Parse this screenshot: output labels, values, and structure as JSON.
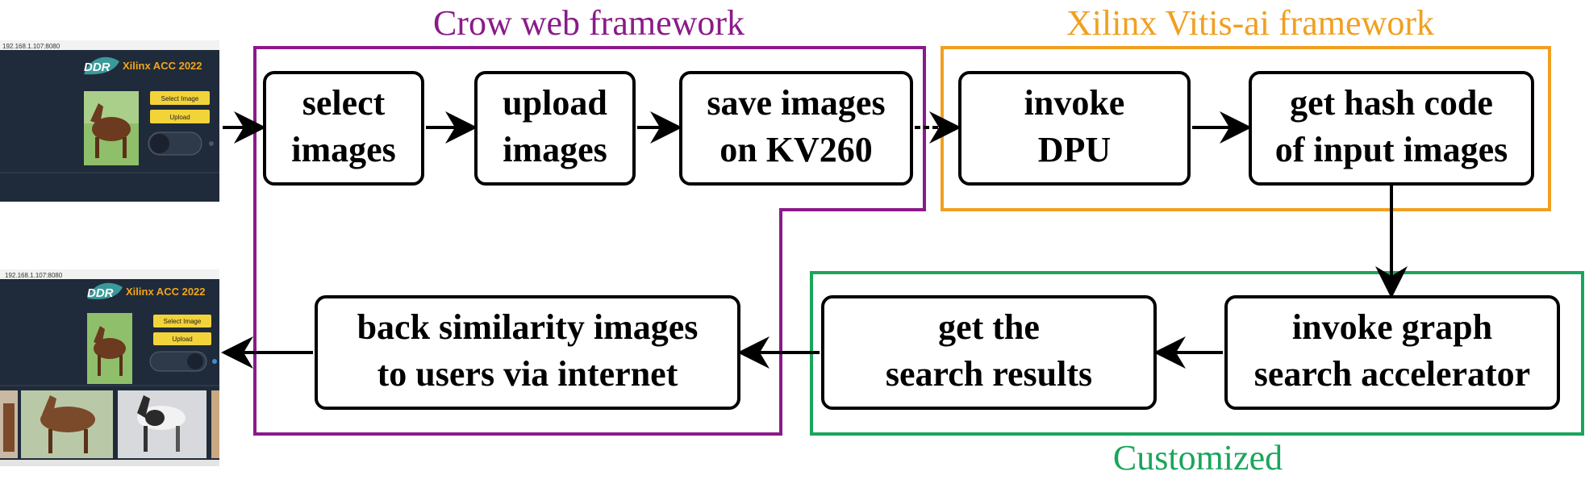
{
  "frames": {
    "crow": {
      "label": "Crow web framework",
      "color": "#8b1a89"
    },
    "vitis": {
      "label": "Xilinx Vitis-ai framework",
      "color": "#f0a020"
    },
    "custom": {
      "label": "Customized",
      "color": "#1aa55c"
    }
  },
  "nodes": {
    "select": {
      "line1": "select",
      "line2": "images"
    },
    "upload": {
      "line1": "upload",
      "line2": "images"
    },
    "save": {
      "line1": "save images",
      "line2": "on KV260"
    },
    "dpu": {
      "line1": "invoke",
      "line2": "DPU"
    },
    "hash": {
      "line1": "get hash code",
      "line2": "of input images"
    },
    "graph": {
      "line1": "invoke graph",
      "line2": "search accelerator"
    },
    "results": {
      "line1": "get the",
      "line2": "search results"
    },
    "back": {
      "line1": "back similarity images",
      "line2": "to users via internet"
    }
  },
  "screenshots": {
    "top": {
      "url": "192.168.1.107:8080",
      "logo": "DDR",
      "title": "Xilinx ACC 2022",
      "select_btn": "Select Image",
      "upload_btn": "Upload"
    },
    "bottom": {
      "url": "192.168.1.107:8080",
      "logo": "DDR",
      "title": "Xilinx ACC 2022",
      "select_btn": "Select Image",
      "upload_btn": "Upload"
    }
  },
  "colors": {
    "panel": "#1f2b3a",
    "button": "#f3d33a",
    "accent": "#f3a51b"
  }
}
